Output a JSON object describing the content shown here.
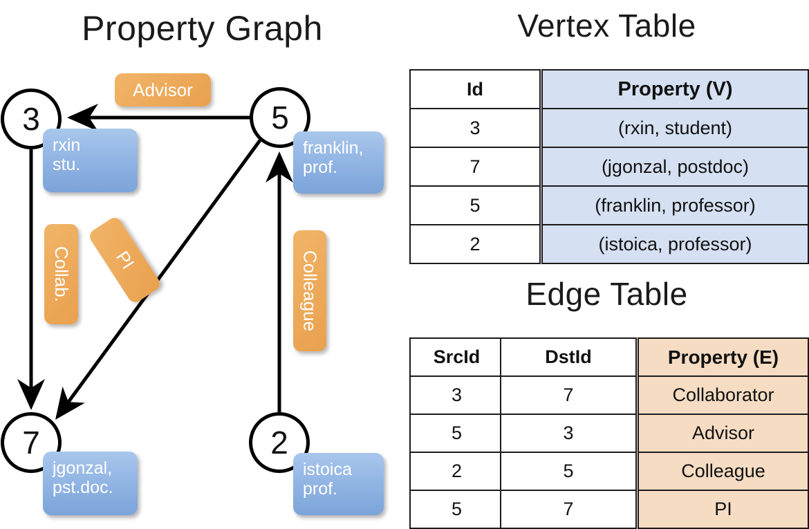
{
  "graph": {
    "title": "Property Graph",
    "nodes": [
      {
        "id": "3",
        "prop_line1": "rxin",
        "prop_line2": "stu."
      },
      {
        "id": "5",
        "prop_line1": "franklin,",
        "prop_line2": "prof."
      },
      {
        "id": "7",
        "prop_line1": "jgonzal,",
        "prop_line2": "pst.doc."
      },
      {
        "id": "2",
        "prop_line1": "istoica",
        "prop_line2": "prof."
      }
    ],
    "edge_labels": [
      {
        "name": "advisor-label",
        "text": "Advisor"
      },
      {
        "name": "collab-label",
        "text": "Collab."
      },
      {
        "name": "pi-label",
        "text": "PI"
      },
      {
        "name": "colleague-label",
        "text": "Colleague"
      }
    ],
    "edges": [
      {
        "from": "5",
        "to": "3",
        "label": "Advisor"
      },
      {
        "from": "3",
        "to": "7",
        "label": "Collab."
      },
      {
        "from": "5",
        "to": "7",
        "label": "PI"
      },
      {
        "from": "2",
        "to": "5",
        "label": "Colleague"
      }
    ]
  },
  "vertex_table": {
    "title": "Vertex Table",
    "headers": [
      "Id",
      "Property (V)"
    ],
    "rows": [
      {
        "id": "3",
        "property": "(rxin, student)"
      },
      {
        "id": "7",
        "property": "(jgonzal, postdoc)"
      },
      {
        "id": "5",
        "property": "(franklin, professor)"
      },
      {
        "id": "2",
        "property": "(istoica, professor)"
      }
    ]
  },
  "edge_table": {
    "title": "Edge Table",
    "headers": [
      "SrcId",
      "DstId",
      "Property (E)"
    ],
    "rows": [
      {
        "src": "3",
        "dst": "7",
        "property": "Collaborator"
      },
      {
        "src": "5",
        "dst": "3",
        "property": "Advisor"
      },
      {
        "src": "2",
        "dst": "5",
        "property": "Colleague"
      },
      {
        "src": "5",
        "dst": "7",
        "property": "PI"
      }
    ]
  },
  "colors": {
    "vertex_header_fill": "#d5e0f2",
    "edge_header_fill": "#f5dcc3",
    "vertex_badge": "#8fb3e0",
    "edge_badge": "#eeab5c",
    "stroke": "#1a1a1a"
  }
}
